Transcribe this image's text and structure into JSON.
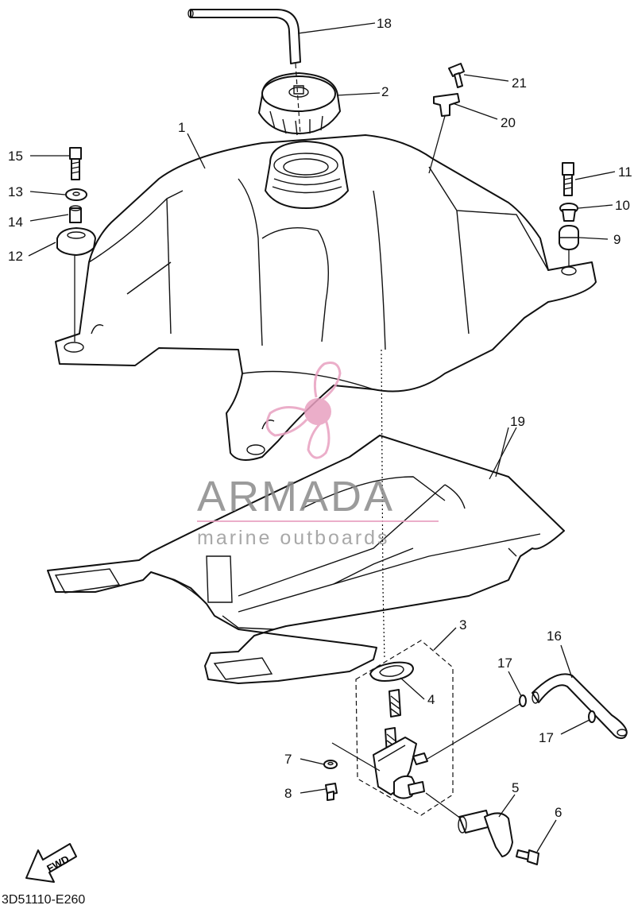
{
  "diagram": {
    "callouts": [
      "1",
      "2",
      "3",
      "4",
      "5",
      "6",
      "7",
      "8",
      "9",
      "10",
      "11",
      "12",
      "13",
      "14",
      "15",
      "16",
      "17",
      "17",
      "18",
      "19",
      "20",
      "21"
    ],
    "fwd_label": "FWD",
    "diagram_code": "3D51110-E260"
  },
  "watermark": {
    "brand": "ARMADA",
    "tagline": "marine outboards",
    "logo_color": "#e8a0c0",
    "text_color": "#8a8a8a"
  }
}
